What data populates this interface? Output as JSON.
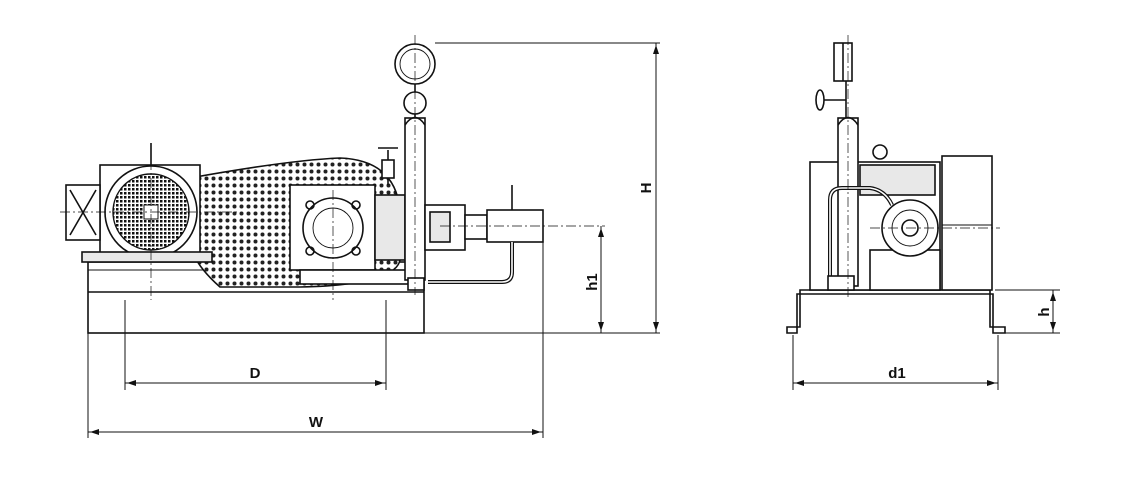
{
  "dimensions": {
    "D": "D",
    "W": "W",
    "H": "H",
    "h1": "h1",
    "h": "h",
    "d1": "d1"
  }
}
